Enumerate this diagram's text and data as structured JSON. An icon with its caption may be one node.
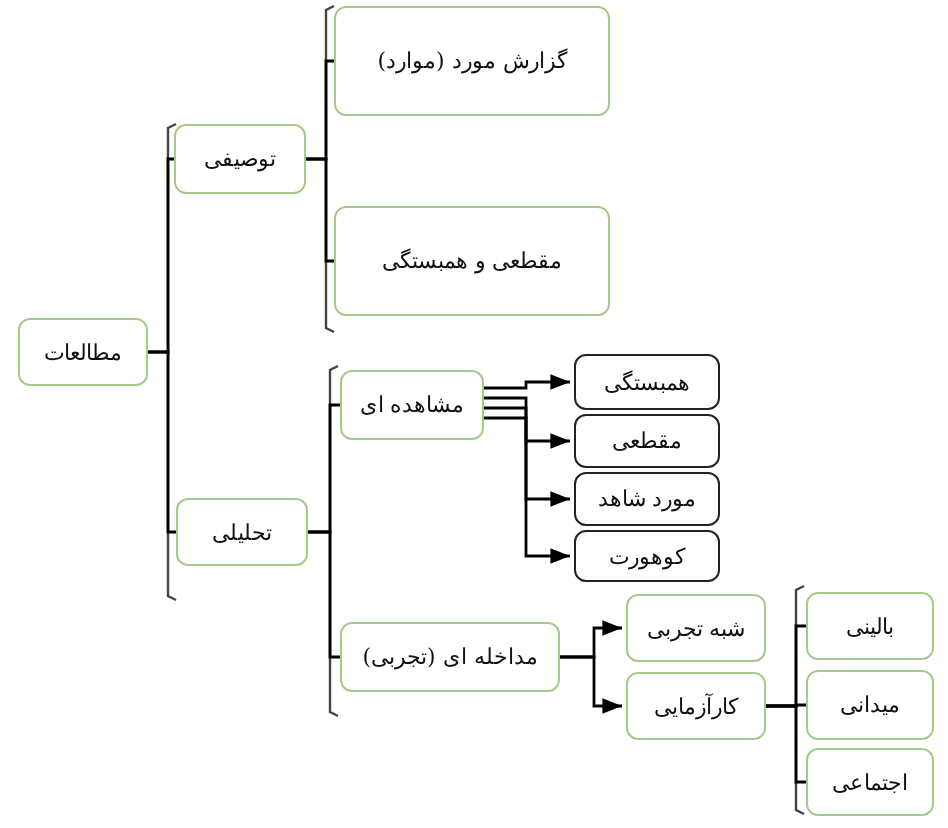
{
  "diagram": {
    "nodes": [
      {
        "text": [
          "مطالعات"
        ]
      },
      {
        "text": [
          "توصیفی"
        ]
      },
      {
        "text": [
          "گزارش مورد (موارد)"
        ]
      },
      {
        "text": [
          "مقطعی و همبستگی"
        ]
      },
      {
        "text": [
          "تحلیلی"
        ]
      },
      {
        "text": [
          "مشاهده ای"
        ]
      },
      {
        "text": [
          "همبستگی"
        ]
      },
      {
        "text": [
          "مقطعی"
        ]
      },
      {
        "text": [
          "مورد شاهد"
        ]
      },
      {
        "text": [
          "کوهورت"
        ]
      },
      {
        "text": [
          "مداخله ای (تجربی)"
        ]
      },
      {
        "text": [
          "شبه تجربی"
        ]
      },
      {
        "text": [
          "کارآزمایی"
        ]
      },
      {
        "text": [
          "بالینی"
        ]
      },
      {
        "text": [
          "میدانی"
        ]
      },
      {
        "text": [
          "اجتماعی"
        ]
      }
    ],
    "edges": [
      {
        "from": 0,
        "to": 1,
        "arrow": "none"
      },
      {
        "from": 0,
        "to": 4,
        "arrow": "none"
      },
      {
        "from": 1,
        "to": 2,
        "arrow": "none"
      },
      {
        "from": 1,
        "to": 3,
        "arrow": "none"
      },
      {
        "from": 4,
        "to": 5,
        "arrow": "none"
      },
      {
        "from": 4,
        "to": 10,
        "arrow": "none"
      },
      {
        "from": 5,
        "to": 6,
        "arrow": "to"
      },
      {
        "from": 5,
        "to": 7,
        "arrow": "to"
      },
      {
        "from": 5,
        "to": 8,
        "arrow": "to"
      },
      {
        "from": 5,
        "to": 9,
        "arrow": "to"
      },
      {
        "from": 10,
        "to": 11,
        "arrow": "to"
      },
      {
        "from": 10,
        "to": 12,
        "arrow": "to"
      },
      {
        "from": 12,
        "to": 13,
        "arrow": "none"
      },
      {
        "from": 12,
        "to": 14,
        "arrow": "none"
      },
      {
        "from": 12,
        "to": 15,
        "arrow": "none"
      }
    ]
  }
}
